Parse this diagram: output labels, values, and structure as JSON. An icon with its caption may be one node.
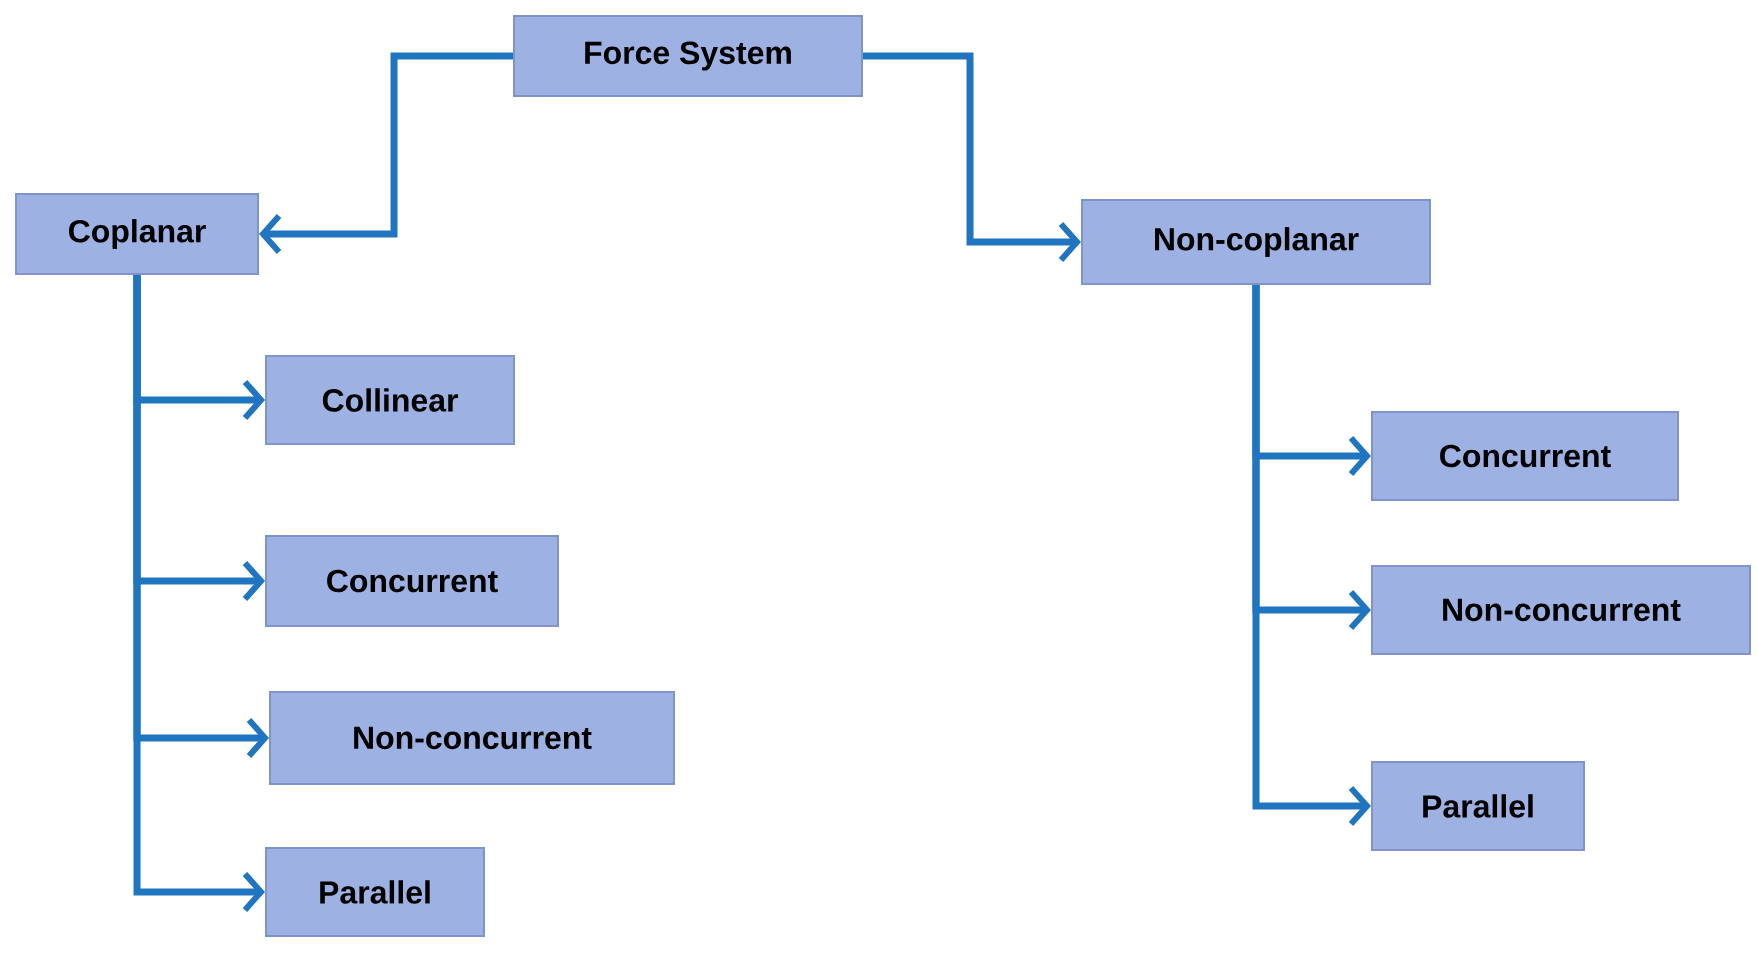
{
  "diagram": {
    "nodes": [
      {
        "text": [
          "Force System"
        ]
      },
      {
        "text": [
          "Coplanar"
        ]
      },
      {
        "text": [
          "Non-coplanar"
        ]
      },
      {
        "text": [
          "Collinear"
        ]
      },
      {
        "text": [
          "Concurrent"
        ]
      },
      {
        "text": [
          "Non-concurrent"
        ]
      },
      {
        "text": [
          "Parallel"
        ]
      },
      {
        "text": [
          "Concurrent"
        ]
      },
      {
        "text": [
          "Non-concurrent"
        ]
      },
      {
        "text": [
          "Parallel"
        ]
      }
    ],
    "edges": [
      {
        "from": 0,
        "to": 1,
        "arrow": "to"
      },
      {
        "from": 0,
        "to": 2,
        "arrow": "to"
      },
      {
        "from": 1,
        "to": 3,
        "arrow": "to"
      },
      {
        "from": 1,
        "to": 4,
        "arrow": "to"
      },
      {
        "from": 1,
        "to": 5,
        "arrow": "to"
      },
      {
        "from": 1,
        "to": 6,
        "arrow": "to"
      },
      {
        "from": 2,
        "to": 7,
        "arrow": "to"
      },
      {
        "from": 2,
        "to": 8,
        "arrow": "to"
      },
      {
        "from": 2,
        "to": 9,
        "arrow": "to"
      }
    ]
  }
}
